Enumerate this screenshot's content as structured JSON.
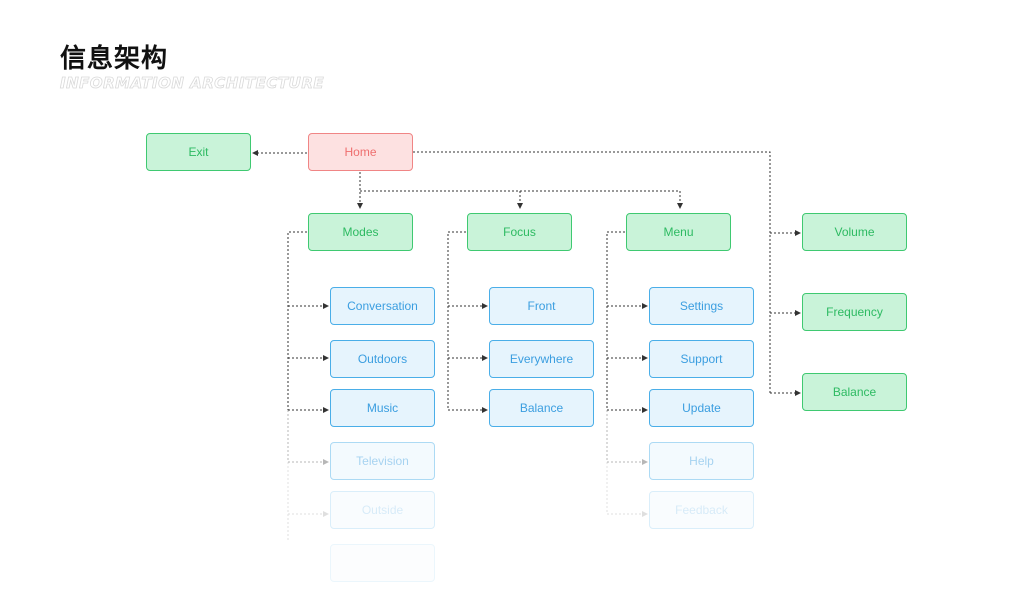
{
  "title": "信息架构",
  "subtitle": "INFORMATION ARCHITECTURE",
  "nodes": {
    "exit": "Exit",
    "home": "Home",
    "modes": "Modes",
    "focus": "Focus",
    "menu": "Menu",
    "volume": "Volume",
    "frequency": "Frequency",
    "balance_right": "Balance",
    "conversation": "Conversation",
    "outdoors": "Outdoors",
    "music": "Music",
    "television": "Television",
    "outside": "Outside",
    "front": "Front",
    "everywhere": "Everywhere",
    "balance_focus": "Balance",
    "settings": "Settings",
    "support": "Support",
    "update": "Update",
    "help": "Help",
    "feedback": "Feedback"
  },
  "colors": {
    "green_fill": "#c9f3d9",
    "green_border": "#3fc971",
    "red_fill": "#fde1e1",
    "red_border": "#f08585",
    "blue_fill": "#e6f4fd",
    "blue_border": "#4aaee8",
    "connector": "#333333"
  }
}
